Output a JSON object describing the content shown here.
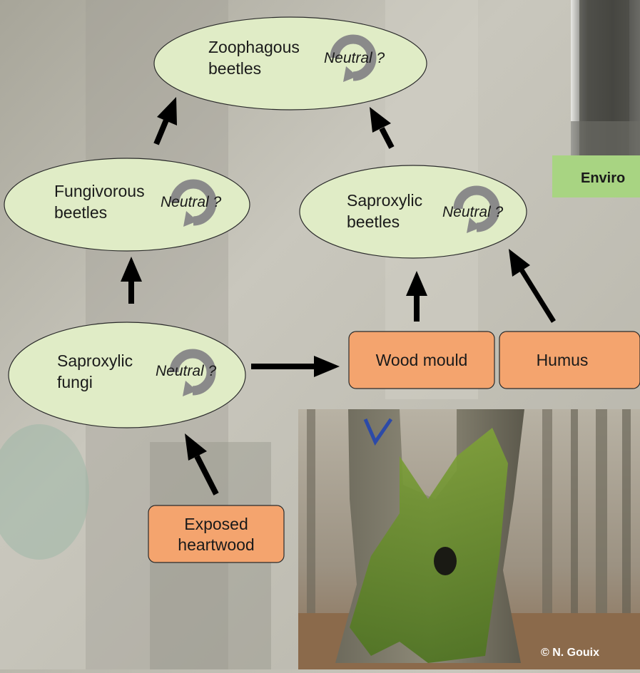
{
  "nodes": {
    "zoophagous": {
      "line1": "Zoophagous",
      "line2": "beetles",
      "neutral": "Neutral ?"
    },
    "fungivorous": {
      "line1": "Fungivorous",
      "line2": "beetles",
      "neutral": "Neutral ?"
    },
    "saproxylic_beetles": {
      "line1": "Saproxylic",
      "line2": "beetles",
      "neutral": "Neutral ?"
    },
    "saproxylic_fungi": {
      "line1": "Saproxylic",
      "line2": "fungi",
      "neutral": "Neutral ?"
    }
  },
  "boxes": {
    "wood_mould": "Wood mould",
    "humus": "Humus",
    "exposed_heartwood_line1": "Exposed",
    "exposed_heartwood_line2": "heartwood"
  },
  "caption": {
    "label": "Enviro"
  },
  "photo": {
    "credit": "© N. Gouix"
  },
  "colors": {
    "ellipse_fill": "#e0ecc6",
    "box_fill": "#f4a46e",
    "caption_fill": "#a8d482",
    "cycle_icon": "#8a8a8a",
    "arrow": "#000000"
  }
}
